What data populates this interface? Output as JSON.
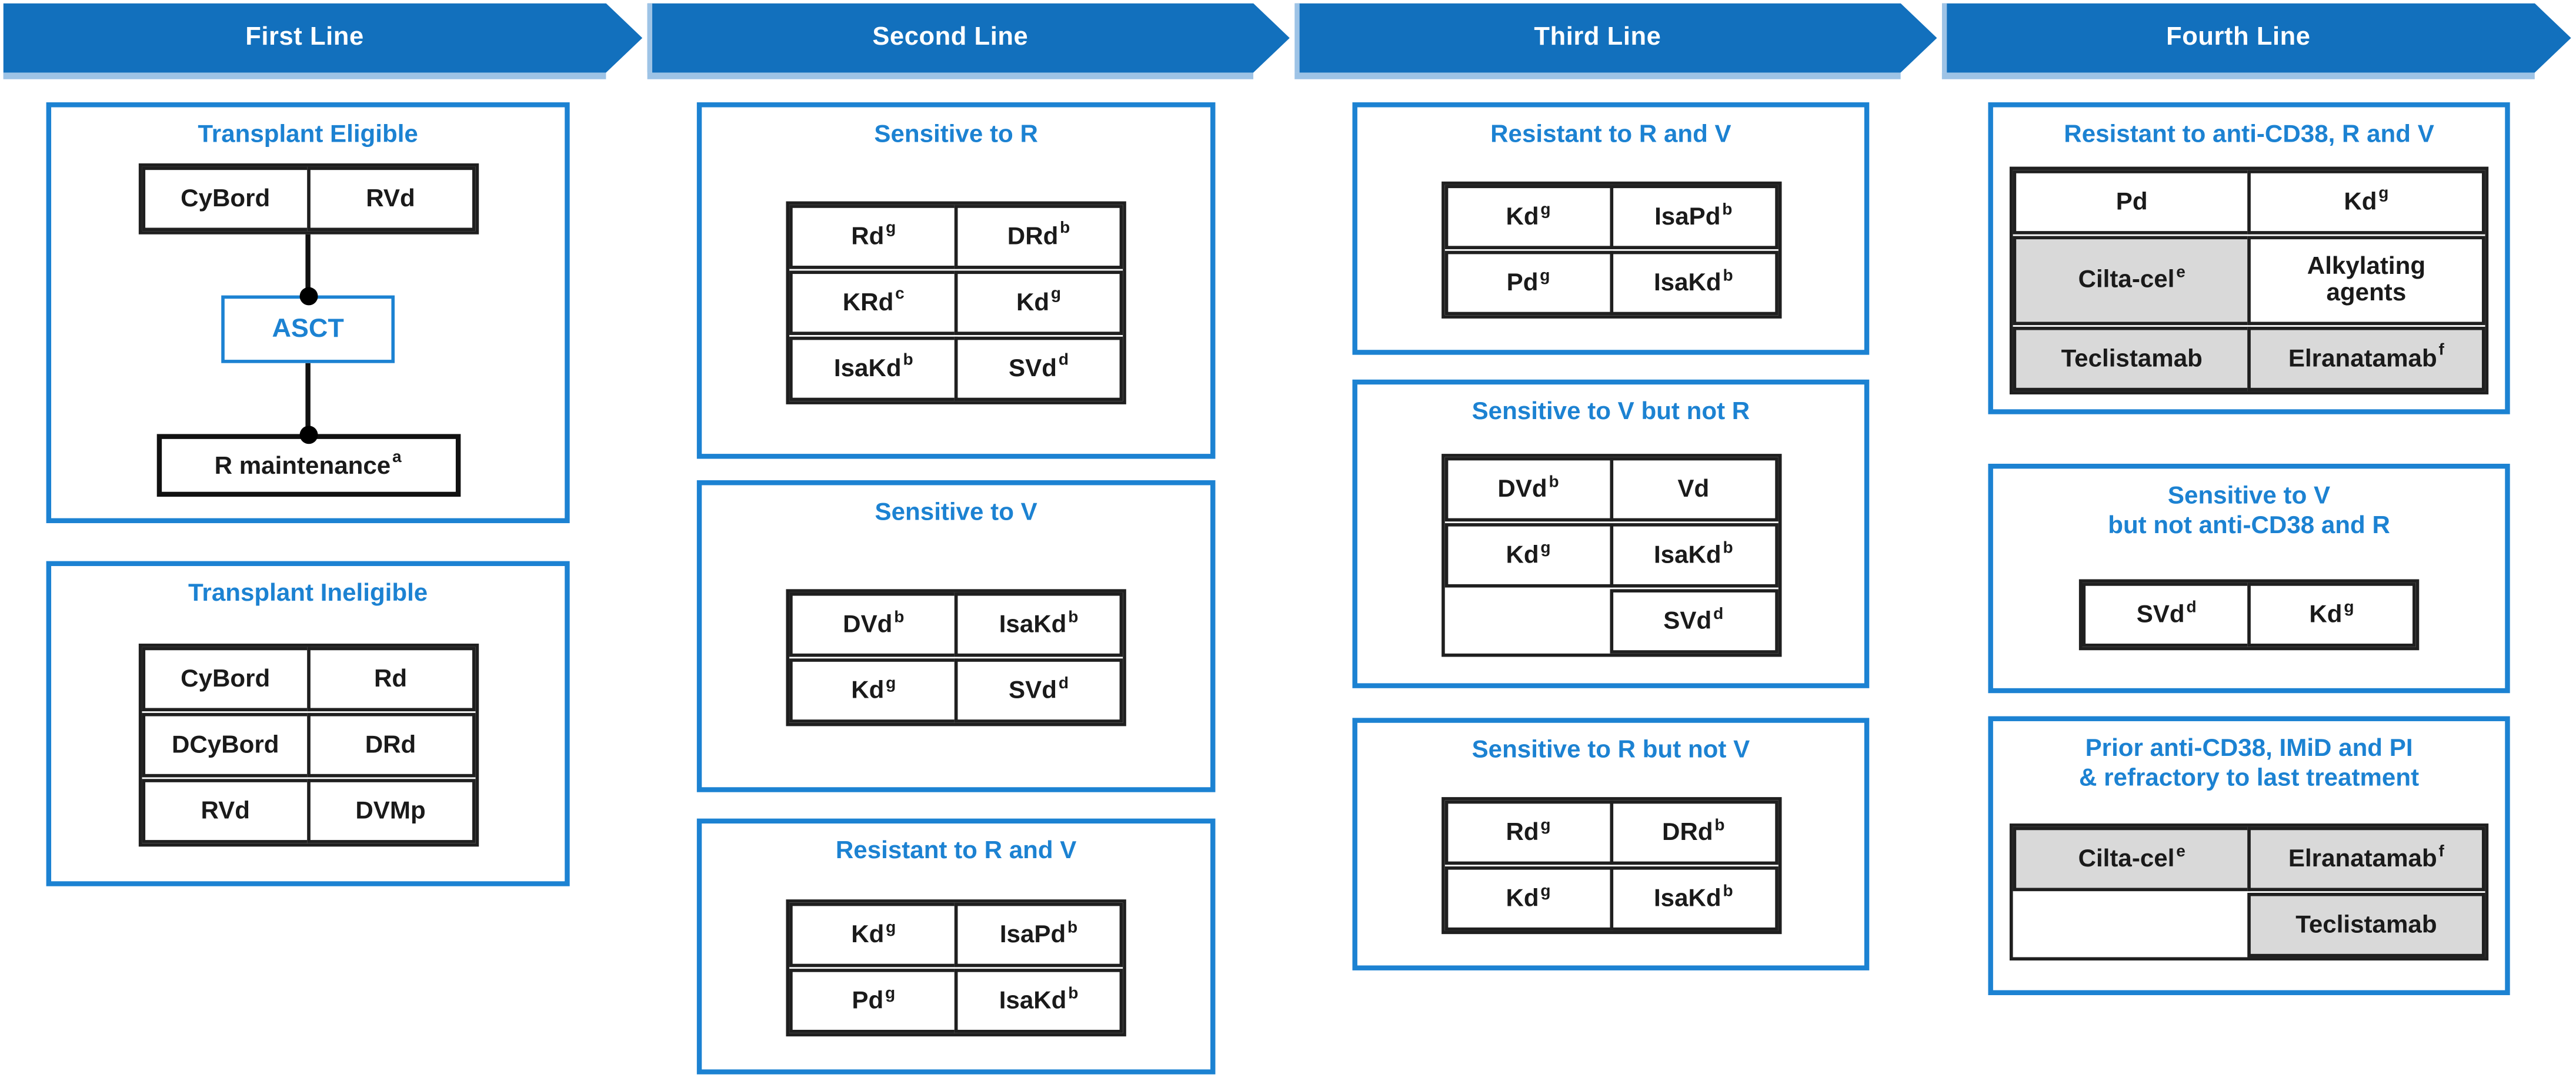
{
  "colors": {
    "arrow_blue": "#1270bd",
    "arrow_shadow_blue": "#9dc3e6",
    "accent_blue": "#1c82d2",
    "cell_gray": "#d9d9d9",
    "text_black": "#1a1a1a",
    "header_text": "#ffffff"
  },
  "header": {
    "arrows": [
      {
        "label": "First Line"
      },
      {
        "label": "Second Line"
      },
      {
        "label": "Third Line"
      },
      {
        "label": "Fourth Line"
      }
    ]
  },
  "columns": [
    {
      "name": "first-line",
      "boxes": [
        {
          "type": "flow",
          "title": "Transplant Eligible",
          "table": {
            "rows": [
              {
                "cells": [
                  {
                    "t": "CyBord"
                  },
                  {
                    "t": "RVd"
                  }
                ]
              }
            ]
          },
          "asct": "ASCT",
          "maintenance": {
            "t": "R maintenance",
            "s": "a"
          }
        },
        {
          "type": "table",
          "title": "Transplant Ineligible",
          "table": {
            "rows": [
              {
                "cells": [
                  {
                    "t": "CyBord"
                  },
                  {
                    "t": "Rd"
                  }
                ]
              },
              {
                "cells": [
                  {
                    "t": "DCyBord"
                  },
                  {
                    "t": "DRd"
                  }
                ]
              },
              {
                "cells": [
                  {
                    "t": "RVd"
                  },
                  {
                    "t": "DVMp"
                  }
                ]
              }
            ]
          }
        }
      ]
    },
    {
      "name": "second-line",
      "boxes": [
        {
          "type": "table",
          "title": "Sensitive to R",
          "table": {
            "rows": [
              {
                "cells": [
                  {
                    "t": "Rd",
                    "s": "g"
                  },
                  {
                    "t": "DRd",
                    "s": "b"
                  }
                ]
              },
              {
                "cells": [
                  {
                    "t": "KRd",
                    "s": "c"
                  },
                  {
                    "t": "Kd",
                    "s": "g"
                  }
                ]
              },
              {
                "cells": [
                  {
                    "t": "IsaKd",
                    "s": "b"
                  },
                  {
                    "t": "SVd",
                    "s": "d"
                  }
                ]
              }
            ]
          }
        },
        {
          "type": "table",
          "title": "Sensitive to V",
          "table": {
            "rows": [
              {
                "cells": [
                  {
                    "t": "DVd",
                    "s": "b"
                  },
                  {
                    "t": "IsaKd",
                    "s": "b"
                  }
                ]
              },
              {
                "cells": [
                  {
                    "t": "Kd",
                    "s": "g"
                  },
                  {
                    "t": "SVd",
                    "s": "d"
                  }
                ]
              }
            ]
          }
        },
        {
          "type": "table",
          "title": "Resistant to R and V",
          "table": {
            "rows": [
              {
                "cells": [
                  {
                    "t": "Kd",
                    "s": "g"
                  },
                  {
                    "t": "IsaPd",
                    "s": "b"
                  }
                ]
              },
              {
                "cells": [
                  {
                    "t": "Pd",
                    "s": "g"
                  },
                  {
                    "t": "IsaKd",
                    "s": "b"
                  }
                ]
              }
            ]
          }
        }
      ]
    },
    {
      "name": "third-line",
      "boxes": [
        {
          "type": "table",
          "title": "Resistant to R and V",
          "table": {
            "rows": [
              {
                "cells": [
                  {
                    "t": "Kd",
                    "s": "g"
                  },
                  {
                    "t": "IsaPd",
                    "s": "b"
                  }
                ]
              },
              {
                "cells": [
                  {
                    "t": "Pd",
                    "s": "g"
                  },
                  {
                    "t": "IsaKd",
                    "s": "b"
                  }
                ]
              }
            ]
          }
        },
        {
          "type": "table",
          "title": "Sensitive to V but not R",
          "table": {
            "rows": [
              {
                "cells": [
                  {
                    "t": "DVd",
                    "s": "b"
                  },
                  {
                    "t": "Vd"
                  }
                ]
              },
              {
                "cells": [
                  {
                    "t": "Kd",
                    "s": "g"
                  },
                  {
                    "t": "IsaKd",
                    "s": "b"
                  }
                ]
              },
              {
                "cells": [
                  null,
                  {
                    "t": "SVd",
                    "s": "d"
                  }
                ]
              }
            ]
          }
        },
        {
          "type": "table",
          "title": "Sensitive to R but not V",
          "table": {
            "rows": [
              {
                "cells": [
                  {
                    "t": "Rd",
                    "s": "g"
                  },
                  {
                    "t": "DRd",
                    "s": "b"
                  }
                ]
              },
              {
                "cells": [
                  {
                    "t": "Kd",
                    "s": "g"
                  },
                  {
                    "t": "IsaKd",
                    "s": "b"
                  }
                ]
              }
            ]
          }
        }
      ]
    },
    {
      "name": "fourth-line",
      "boxes": [
        {
          "type": "table",
          "title": "Resistant to anti-CD38, R and V",
          "table": {
            "wide": true,
            "rows": [
              {
                "cells": [
                  {
                    "t": "Pd"
                  },
                  {
                    "t": "Kd",
                    "s": "g"
                  }
                ]
              },
              {
                "tall": true,
                "cells": [
                  {
                    "t": "Cilta-cel",
                    "s": "e",
                    "bg": "gray"
                  },
                  {
                    "t": "Alkylating agents"
                  }
                ]
              },
              {
                "cells": [
                  {
                    "t": "Teclistamab",
                    "bg": "gray"
                  },
                  {
                    "t": "Elranatamab",
                    "s": "f",
                    "bg": "gray"
                  }
                ]
              }
            ]
          }
        },
        {
          "type": "table",
          "title_lines": [
            "Sensitive to V",
            "but not anti-CD38 and R"
          ],
          "table": {
            "rows": [
              {
                "cells": [
                  {
                    "t": "SVd",
                    "s": "d"
                  },
                  {
                    "t": "Kd",
                    "s": "g"
                  }
                ]
              }
            ]
          }
        },
        {
          "type": "table",
          "title_lines": [
            "Prior anti-CD38, IMiD and PI",
            "& refractory to last treatment"
          ],
          "table": {
            "wide": true,
            "rows": [
              {
                "cells": [
                  {
                    "t": "Cilta-cel",
                    "s": "e",
                    "bg": "gray"
                  },
                  {
                    "t": "Elranatamab",
                    "s": "f",
                    "bg": "gray"
                  }
                ]
              },
              {
                "cells": [
                  null,
                  {
                    "t": "Teclistamab",
                    "bg": "gray"
                  }
                ]
              }
            ]
          }
        }
      ]
    }
  ]
}
